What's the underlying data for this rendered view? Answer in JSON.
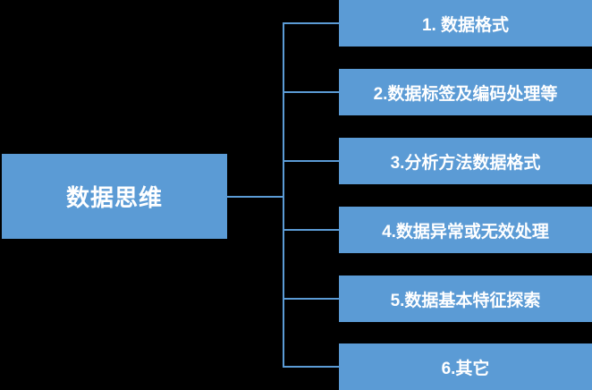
{
  "diagram": {
    "type": "mindmap",
    "background_color": "#000000",
    "node_fill_color": "#5B9BD5",
    "connector_color": "#5B9BD5",
    "text_color": "#FFFFFF",
    "root": {
      "label": "数据思维"
    },
    "branches": [
      {
        "label": "1. 数据格式"
      },
      {
        "label": "2.数据标签及编码处理等"
      },
      {
        "label": "3.分析方法数据格式"
      },
      {
        "label": "4.数据异常或无效处理"
      },
      {
        "label": "5.数据基本特征探索"
      },
      {
        "label": "6.其它"
      }
    ]
  }
}
